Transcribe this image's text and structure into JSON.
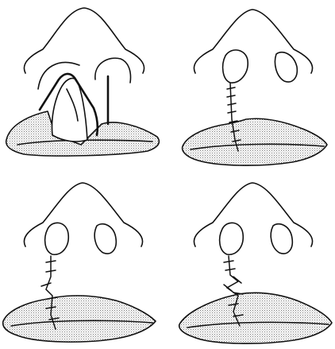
{
  "figure": {
    "panels": [
      {
        "id": "panel-1",
        "stage": "flap-elevated"
      },
      {
        "id": "panel-2",
        "stage": "straight-line-closure"
      },
      {
        "id": "panel-3",
        "stage": "straight-line-closure-with-z-break"
      },
      {
        "id": "panel-4",
        "stage": "zigzag-closure"
      }
    ],
    "colors": {
      "ink": "#111111",
      "stipple": "#7a7a7a",
      "background": "#ffffff"
    }
  }
}
